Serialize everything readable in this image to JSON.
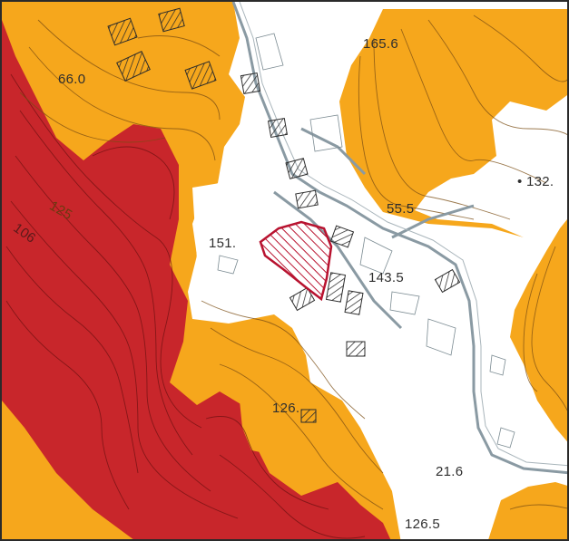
{
  "map": {
    "colors": {
      "paper": "#ffffff",
      "orange_zone": "#f6a71c",
      "red_zone": "#c8262b",
      "building_fill": "#9a9a9a",
      "road_gray": "#8a9aa3",
      "contour_line": "#6b4a2a",
      "parcel_outline": "#b8122f",
      "label_text": "#2f2f2f"
    },
    "elevation_labels": {
      "a": "66.0",
      "b": "165.6",
      "c": "132.",
      "d": "55.5",
      "e": "151.",
      "f": "143.5",
      "g": "126.",
      "h": "21.6",
      "i": "126.5",
      "j": "106",
      "k": "125"
    },
    "symbols": {
      "bullet": "•"
    }
  }
}
